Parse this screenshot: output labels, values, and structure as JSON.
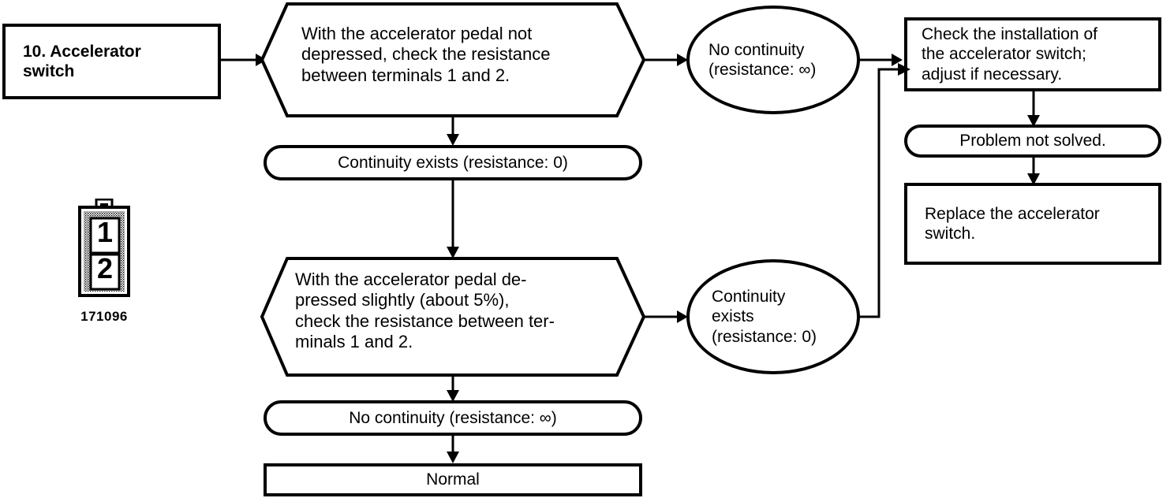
{
  "diagram": {
    "title": "10. Accelerator switch",
    "nodes": {
      "start": {
        "label": "10. Accelerator\nswitch",
        "shape": "rectangle"
      },
      "test1": {
        "label": "With the accelerator pedal not\ndepressed, check the resistance\nbetween terminals 1 and 2.",
        "shape": "hexagon"
      },
      "test1_no_continuity": {
        "label": "No continuity\n(resistance:  ∞)",
        "shape": "ellipse"
      },
      "test1_continuity": {
        "label": "Continuity exists (resistance: 0)",
        "shape": "stadium"
      },
      "test2": {
        "label": "With the accelerator pedal de-\npressed slightly (about 5%),\ncheck the resistance between ter-\nminals 1 and 2.",
        "shape": "hexagon"
      },
      "test2_continuity": {
        "label": "Continuity\nexists\n(resistance: 0)",
        "shape": "ellipse"
      },
      "test2_no_continuity": {
        "label": "No continuity (resistance:  ∞)",
        "shape": "stadium"
      },
      "normal": {
        "label": "Normal",
        "shape": "rectangle"
      },
      "check_install": {
        "label": "Check the installation of\nthe accelerator switch;\nadjust if necessary.",
        "shape": "rectangle"
      },
      "problem_not_solved": {
        "label": "Problem not solved.",
        "shape": "stadium"
      },
      "replace_switch": {
        "label": "Replace the accelerator\nswitch.",
        "shape": "rectangle"
      }
    },
    "illustration": {
      "name": "accelerator-switch-connector",
      "terminal_labels": [
        "1",
        "2"
      ],
      "part_number": "171096"
    },
    "colors": {
      "line": "#000000",
      "fill": "#ffffff",
      "hatch": "#000000"
    }
  }
}
